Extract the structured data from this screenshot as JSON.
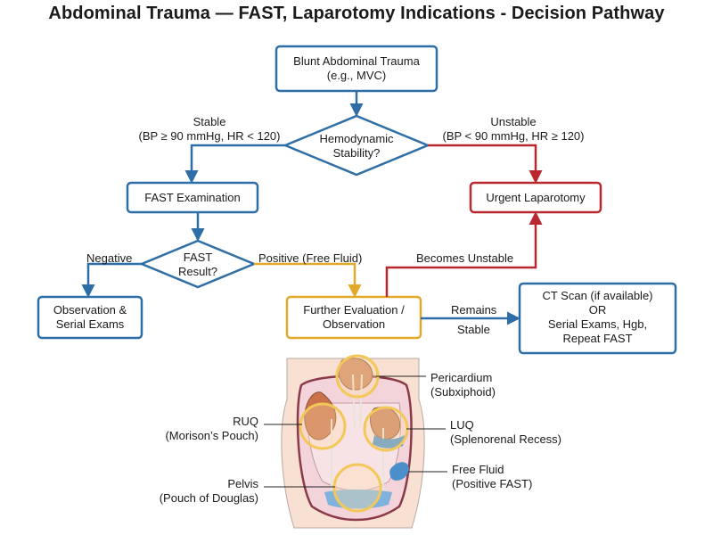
{
  "title": "Abdominal Trauma — FAST, Laparotomy Indications - Decision Pathway",
  "colors": {
    "blue": "#2e6ea6",
    "red": "#b8282e",
    "amber": "#e2a92a",
    "fluid": "#4a8fc9"
  },
  "nodes": {
    "start": {
      "line1": "Blunt Abdominal Trauma",
      "line2": "(e.g., MVC)"
    },
    "stability": {
      "line1": "Hemodynamic",
      "line2": "Stability?"
    },
    "fast": {
      "label": "FAST Examination"
    },
    "laparotomy": {
      "label": "Urgent Laparotomy"
    },
    "fast_result": {
      "line1": "FAST",
      "line2": "Result?"
    },
    "observation": {
      "line1": "Observation &",
      "line2": "Serial Exams"
    },
    "further": {
      "line1": "Further Evaluation /",
      "line2": "Observation"
    },
    "ct": {
      "line1": "CT Scan (if available)",
      "line2": "OR",
      "line3": "Serial Exams, Hgb,",
      "line4": "Repeat FAST"
    }
  },
  "edges": {
    "stable": {
      "line1": "Stable",
      "line2": "(BP ≥ 90 mmHg, HR < 120)"
    },
    "unstable": {
      "line1": "Unstable",
      "line2": "(BP < 90 mmHg, HR ≥ 120)"
    },
    "negative": "Negative",
    "positive": "Positive (Free Fluid)",
    "becomes_unstable": "Becomes Unstable",
    "remains": "Remains",
    "stable_after": "Stable"
  },
  "anatomy": {
    "pericardium": {
      "line1": "Pericardium",
      "line2": "(Subxiphoid)"
    },
    "ruq": {
      "line1": "RUQ",
      "line2": "(Morison’s Pouch)"
    },
    "luq": {
      "line1": "LUQ",
      "line2": "(Splenorenal Recess)"
    },
    "pelvis": {
      "line1": "Pelvis",
      "line2": "(Pouch of Douglas)"
    },
    "free_fluid": {
      "line1": "Free Fluid",
      "line2": "(Positive FAST)"
    }
  }
}
